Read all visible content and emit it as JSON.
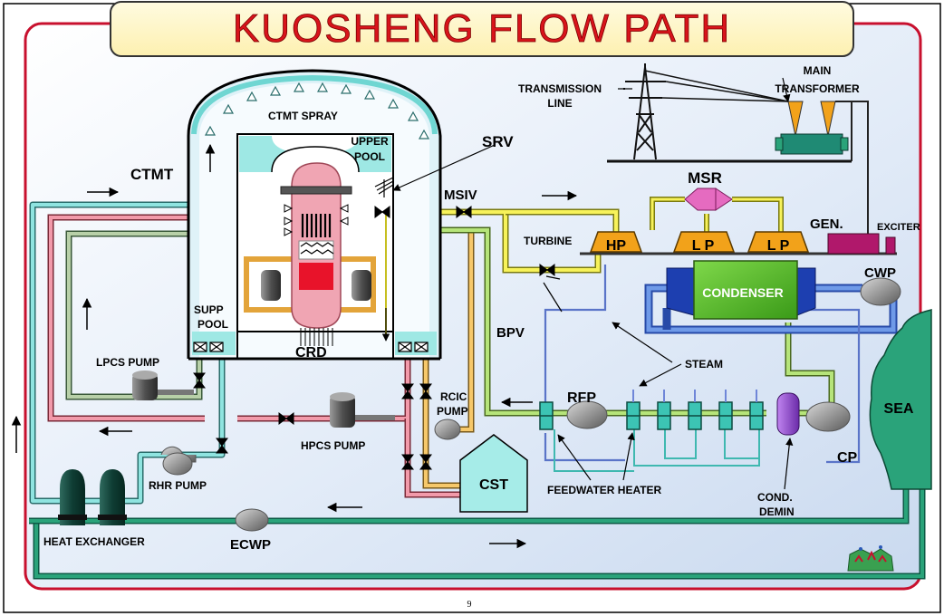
{
  "title": "KUOSHENG  FLOW PATH",
  "page_number": "9",
  "labels": {
    "ctmt": "CTMT",
    "ctmt_spray": "CTMT  SPRAY",
    "upper_pool_1": "UPPER",
    "upper_pool_2": "POOL",
    "srv": "SRV",
    "msiv": "MSIV",
    "transmission_line_1": "TRANSMISSION",
    "transmission_line_2": "LINE",
    "main_transformer_1": "MAIN",
    "main_transformer_2": "TRANSFORMER",
    "msr": "MSR",
    "turbine": "TURBINE",
    "hp": "HP",
    "lp1": "L P",
    "lp2": "L P",
    "gen": "GEN.",
    "exciter": "EXCITER",
    "cwp": "CWP",
    "condenser": "CONDENSER",
    "bpv": "BPV",
    "supp_pool_1": "SUPP",
    "supp_pool_2": "POOL",
    "crd": "CRD",
    "lpcs_pump": "LPCS PUMP",
    "steam": "STEAM",
    "rcic_pump_1": "RCIC",
    "rcic_pump_2": "PUMP",
    "rfp": "RFP",
    "sea": "SEA",
    "hpcs_pump": "HPCS PUMP",
    "cp": "CP",
    "rhr_pump": "RHR PUMP",
    "cst": "CST",
    "feedwater_heater": "FEEDWATER HEATER",
    "cond_demin_1": "COND.",
    "cond_demin_2": "DEMIN",
    "heat_exchanger": "HEAT EXCHANGER",
    "ecwp": "ECWP"
  },
  "colors": {
    "frame_red": "#c8102e",
    "steam_yellow": "#f5f04a",
    "feed_green": "#a8d860",
    "cooling_cyan": "#6fd6d2",
    "pump_red": "#e87888",
    "sea_green": "#2aa37a",
    "condenser_green": "#5cbf2a",
    "condenser_blue": "#1d3fb0",
    "msr_pink": "#e56bc0",
    "turbine_orange": "#f2a21a",
    "generator_magenta": "#b0186b",
    "vessel_pink": "#ef9aa8",
    "background_blue": "#dfe9f6"
  }
}
